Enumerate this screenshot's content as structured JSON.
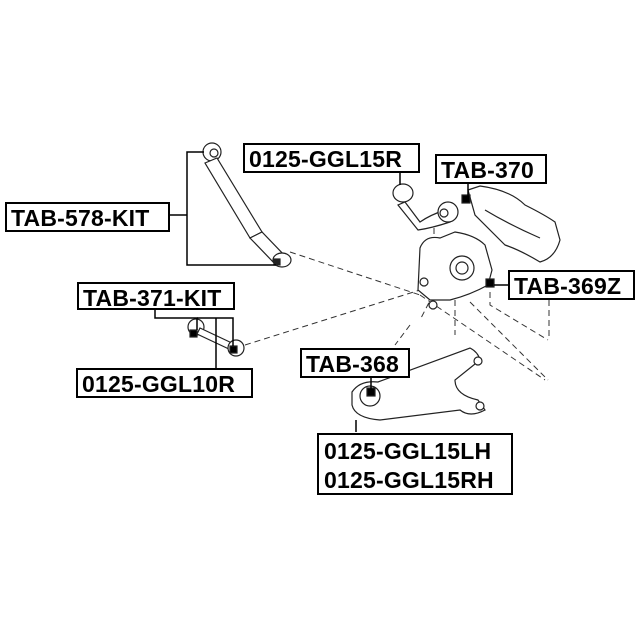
{
  "diagram": {
    "type": "exploded-parts-diagram",
    "subject": "rear suspension assembly",
    "labels": {
      "shock_absorber": "TAB-578-KIT",
      "upper_arm_bushing": "0125-GGL15R",
      "upper_control_arm_bushing": "TAB-370",
      "knuckle_bushing": "TAB-369Z",
      "toe_link_kit": "TAB-371-KIT",
      "toe_link_arm": "0125-GGL10R",
      "lower_arm_bushing": "TAB-368",
      "lower_arm_lh": "0125-GGL15LH",
      "lower_arm_rh": "0125-GGL15RH"
    },
    "colors": {
      "line": "#000000",
      "background": "#ffffff",
      "part_stroke": "#333333"
    }
  }
}
